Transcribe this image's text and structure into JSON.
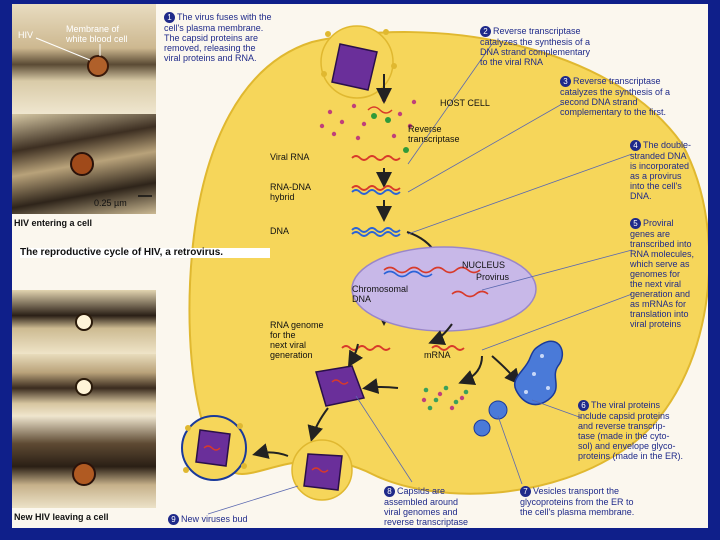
{
  "photos_left": {
    "hiv_label": "HIV",
    "membrane_label": "Membrane of\nwhite blood cell",
    "scale_bar": "0.25 µm",
    "entering_caption": "HIV entering a cell",
    "leaving_caption": "New HIV leaving a cell"
  },
  "figure_title": "The reproductive cycle of HIV, a retrovirus.",
  "cell_labels": {
    "host_cell": "HOST CELL",
    "reverse_transcriptase": "Reverse\ntranscriptase",
    "viral_rna": "Viral RNA",
    "rna_dna_hybrid": "RNA-DNA\nhybrid",
    "dna": "DNA",
    "nucleus": "NUCLEUS",
    "provirus": "Provirus",
    "chromosomal_dna": "Chromosomal\nDNA",
    "rna_genome": "RNA genome\nfor the\nnext viral\ngeneration",
    "mrna": "mRNA"
  },
  "steps": [
    {
      "num": "1",
      "text": "The virus fuses with the\ncell's plasma membrane.\nThe capsid proteins are\nremoved, releasing the\nviral proteins and RNA."
    },
    {
      "num": "2",
      "text": "Reverse transcriptase\ncatalyzes the synthesis of a\nDNA strand complementary\nto the viral RNA"
    },
    {
      "num": "3",
      "text": "Reverse transcriptase\ncatalyzes the synthesis of a\nsecond DNA strand\ncomplementary to the first."
    },
    {
      "num": "4",
      "text": "The double-\nstranded DNA\nis incorporated\nas a provirus\ninto the cell's\nDNA."
    },
    {
      "num": "5",
      "text": "Proviral\ngenes are\ntranscribed into\nRNA molecules,\nwhich serve as\ngenomes for\nthe next viral\ngeneration and\nas mRNAs for\ntranslation into\nviral proteins"
    },
    {
      "num": "6",
      "text": "The viral proteins\ninclude capsid proteins\nand reverse transcrip-\ntase (made in the cyto-\nsol) and envelope glyco-\nproteins (made in the ER)."
    },
    {
      "num": "7",
      "text": "Vesicles transport the\nglycoproteins from the ER to\nthe cell's plasma membrane."
    },
    {
      "num": "8",
      "text": "Capsids are\nassembled around\nviral genomes and\nreverse transcriptase"
    },
    {
      "num": "9",
      "text": "New viruses bud"
    }
  ],
  "colors": {
    "cell": "#f6d65a",
    "nucleus": "#c8b8e8",
    "label_blue": "#1f2a8a",
    "rna_red": "#d83a2a",
    "dna_blue": "#2a63d8",
    "virus_purple": "#5a2a8a"
  }
}
